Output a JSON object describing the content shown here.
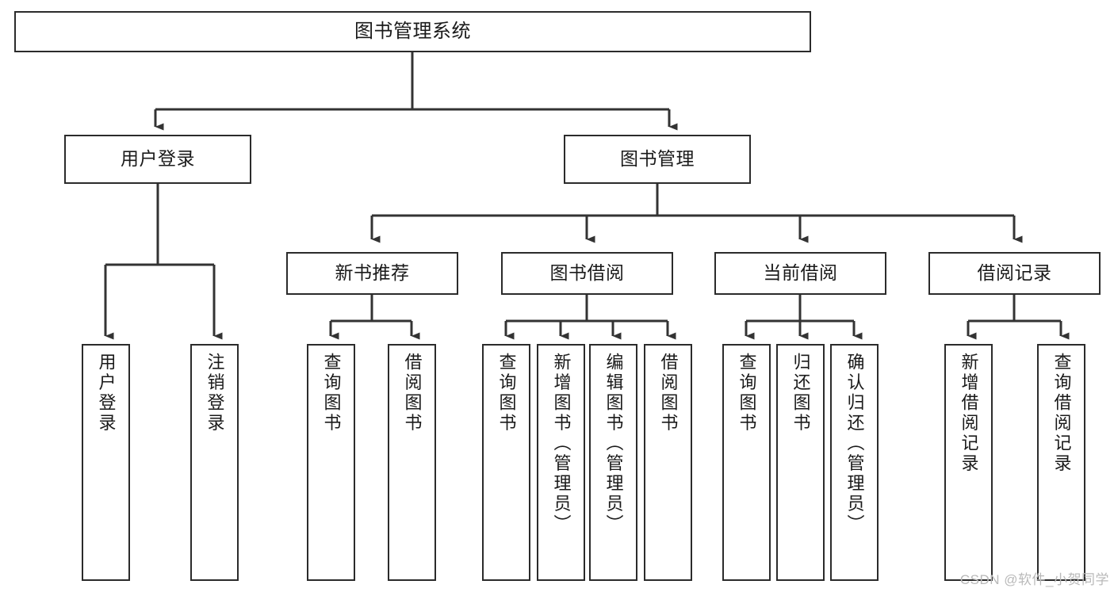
{
  "diagram": {
    "title": "图书管理系统",
    "type": "tree-hierarchy",
    "levels": 4,
    "colors": {
      "box_border": "#2b2b2b",
      "box_fill": "#ffffff",
      "connector": "#333333",
      "text": "#1a1a1a",
      "watermark": "#b9b9b9",
      "background": "#ffffff"
    },
    "root": {
      "label": "图书管理系统",
      "orientation": "horizontal"
    },
    "level2": [
      {
        "label": "用户登录",
        "orientation": "horizontal"
      },
      {
        "label": "图书管理",
        "orientation": "horizontal"
      }
    ],
    "level3": [
      {
        "label": "新书推荐",
        "orientation": "horizontal",
        "parent": "图书管理"
      },
      {
        "label": "图书借阅",
        "orientation": "horizontal",
        "parent": "图书管理"
      },
      {
        "label": "当前借阅",
        "orientation": "horizontal",
        "parent": "图书管理"
      },
      {
        "label": "借阅记录",
        "orientation": "horizontal",
        "parent": "图书管理"
      }
    ],
    "leaves": {
      "user_login": [
        {
          "label": "用户登录",
          "orientation": "vertical"
        },
        {
          "label": "注销登录",
          "orientation": "vertical"
        }
      ],
      "new_book_recommend": [
        {
          "label": "查询图书",
          "orientation": "vertical"
        },
        {
          "label": "借阅图书",
          "orientation": "vertical"
        }
      ],
      "book_borrow": [
        {
          "label": "查询图书",
          "orientation": "vertical"
        },
        {
          "label": "新增图书（管理员）",
          "orientation": "vertical"
        },
        {
          "label": "编辑图书（管理员）",
          "orientation": "vertical"
        },
        {
          "label": "借阅图书",
          "orientation": "vertical"
        }
      ],
      "current_borrow": [
        {
          "label": "查询图书",
          "orientation": "vertical"
        },
        {
          "label": "归还图书",
          "orientation": "vertical"
        },
        {
          "label": "确认归还（管理员）",
          "orientation": "vertical"
        }
      ],
      "borrow_record": [
        {
          "label": "新增借阅记录",
          "orientation": "vertical"
        },
        {
          "label": "查询借阅记录",
          "orientation": "vertical"
        }
      ]
    }
  },
  "watermark": {
    "text": "CSDN @软件_小贺同学"
  }
}
